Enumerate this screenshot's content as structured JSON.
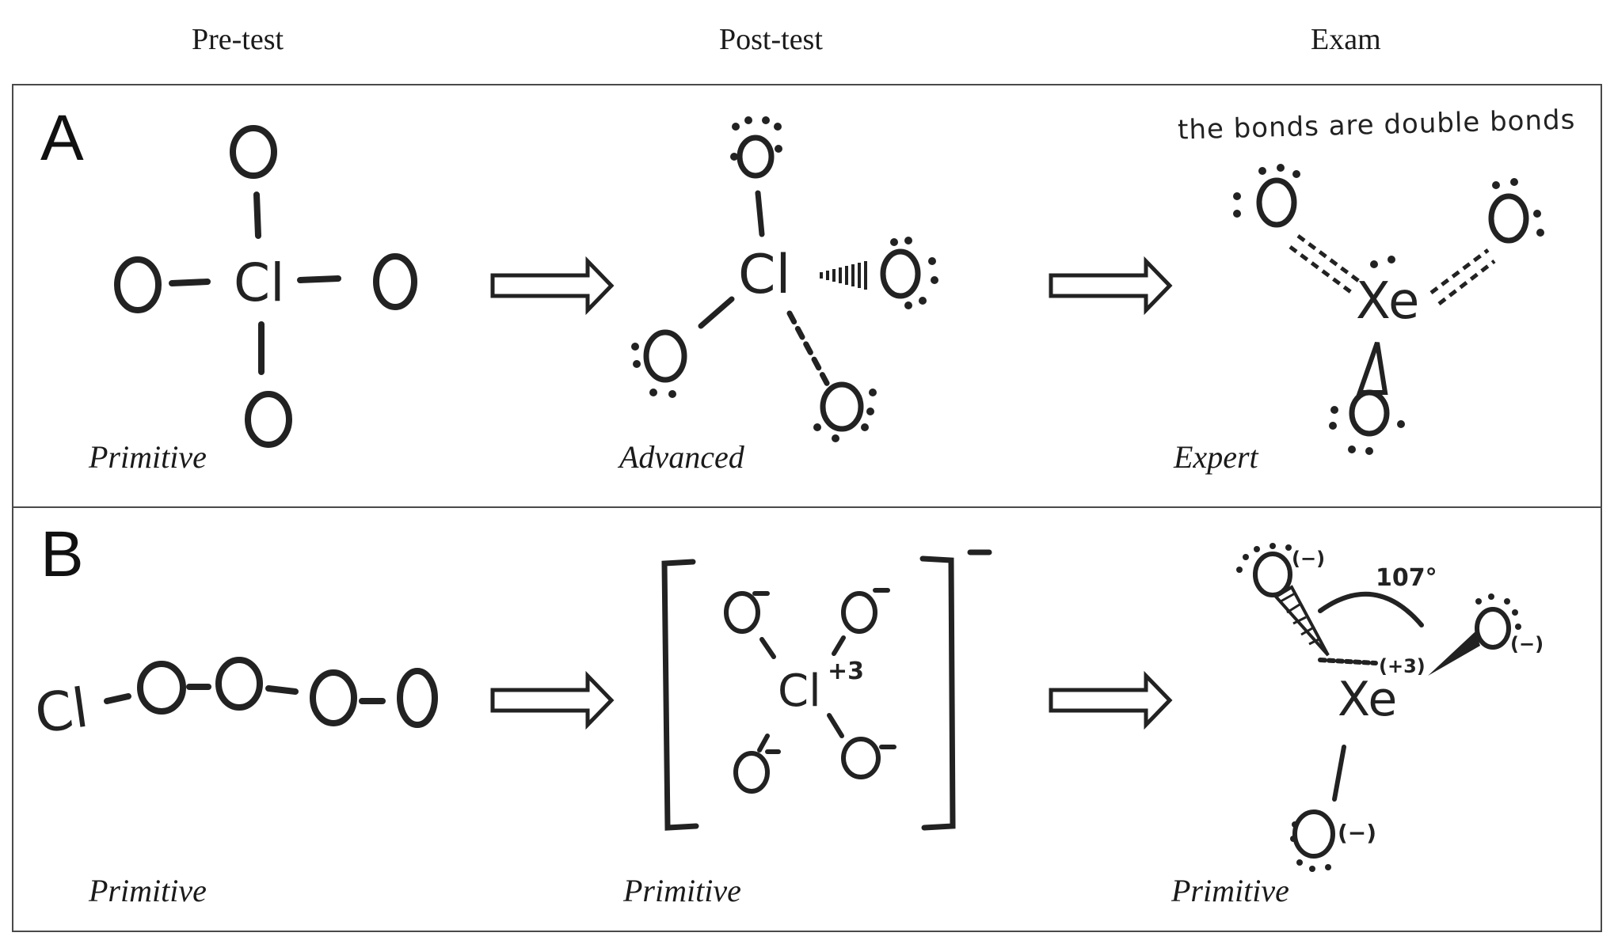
{
  "columns": {
    "pretest": "Pre-test",
    "posttest": "Post-test",
    "exam": "Exam"
  },
  "panels": {
    "a": {
      "letter": "A",
      "levels": [
        "Primitive",
        "Advanced",
        "Expert"
      ],
      "note": "the bonds are double bonds",
      "atoms": {
        "chlorine": "Cl",
        "oxygen": "O",
        "xenon": "Xe"
      }
    },
    "b": {
      "letter": "B",
      "levels": [
        "Primitive",
        "Primitive",
        "Primitive"
      ],
      "atoms": {
        "chlorine": "Cl",
        "oxygen": "O",
        "xenon": "Xe"
      },
      "charges": {
        "oxygen_minus": "−",
        "cl_charge": "+3",
        "bracket_charge": "−",
        "xe_charge": "(+3)",
        "o_charge": "(−)"
      },
      "angle": "107°"
    }
  }
}
